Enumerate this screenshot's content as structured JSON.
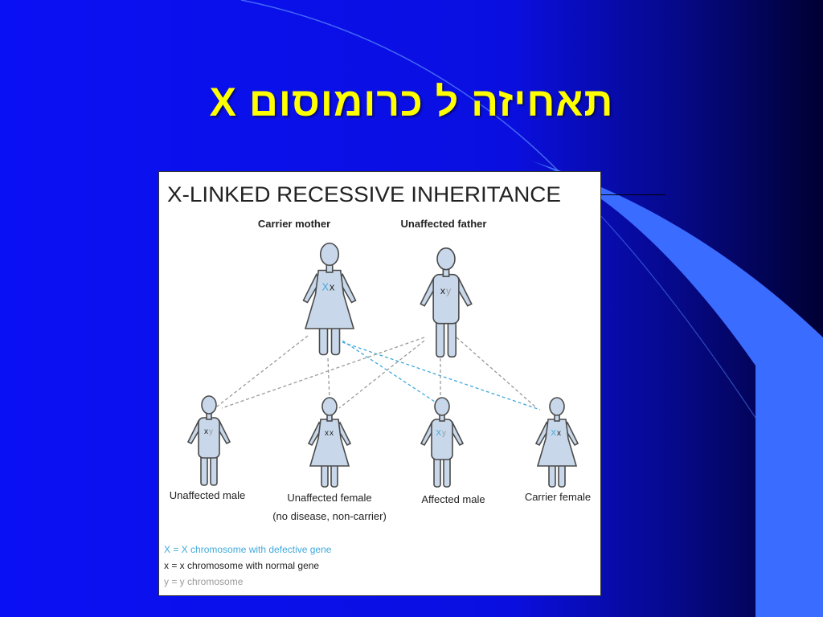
{
  "slide": {
    "title": "תאחיזה ל כרומוסום X",
    "colors": {
      "background": "#0a10f0",
      "title": "#ffff00",
      "accent": "#3a6cff",
      "dark": "#000033"
    }
  },
  "diagram": {
    "heading": "X-LINKED RECESSIVE INHERITANCE",
    "parents": {
      "mother": {
        "label": "Carrier mother",
        "genotype": [
          "X",
          "x"
        ]
      },
      "father": {
        "label": "Unaffected father",
        "genotype": [
          "x",
          "y"
        ]
      }
    },
    "children": [
      {
        "label": "Unaffected male",
        "genotype": [
          "x",
          "y"
        ]
      },
      {
        "label": "Unaffected female",
        "sublabel": "(no disease, non-carrier)",
        "genotype": [
          "x",
          "x"
        ]
      },
      {
        "label": "Affected male",
        "genotype": [
          "X",
          "y"
        ]
      },
      {
        "label": "Carrier female",
        "genotype": [
          "X",
          "x"
        ]
      }
    ],
    "legend": [
      {
        "text": "X = X chromosome with defective gene",
        "color": "#3ea9dc"
      },
      {
        "text": "x = x chromosome with normal gene",
        "color": "#222222"
      },
      {
        "text": "y = y chromosome",
        "color": "#9a9a9a"
      }
    ],
    "colors": {
      "figure": "#c8d8ea",
      "outline": "#4a4a4a",
      "defective": "#3ea9dc",
      "normal": "#222222",
      "y": "#9a9a9a"
    }
  }
}
